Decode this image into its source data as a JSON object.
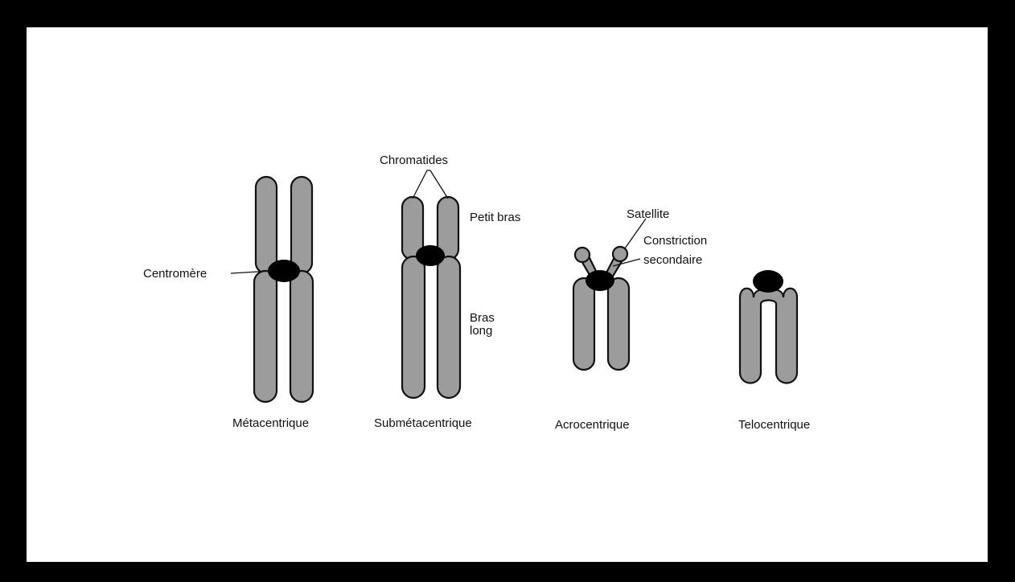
{
  "colors": {
    "frame": "#000000",
    "background": "#ffffff",
    "chromatid_fill": "#9c9c9c",
    "outline": "#111111",
    "centromere": "#000000"
  },
  "chromosomes": [
    {
      "type_label": "Métacentrique"
    },
    {
      "type_label": "Submétacentrique"
    },
    {
      "type_label": "Acrocentrique"
    },
    {
      "type_label": "Telocentrique"
    }
  ],
  "annotations": {
    "centromere": "Centromère",
    "chromatids": "Chromatides",
    "short_arm": "Petit bras",
    "long_arm_line1": "Bras",
    "long_arm_line2": "long",
    "satellite": "Satellite",
    "secondary_constriction_line1": "Constriction",
    "secondary_constriction_line2": "secondaire"
  }
}
